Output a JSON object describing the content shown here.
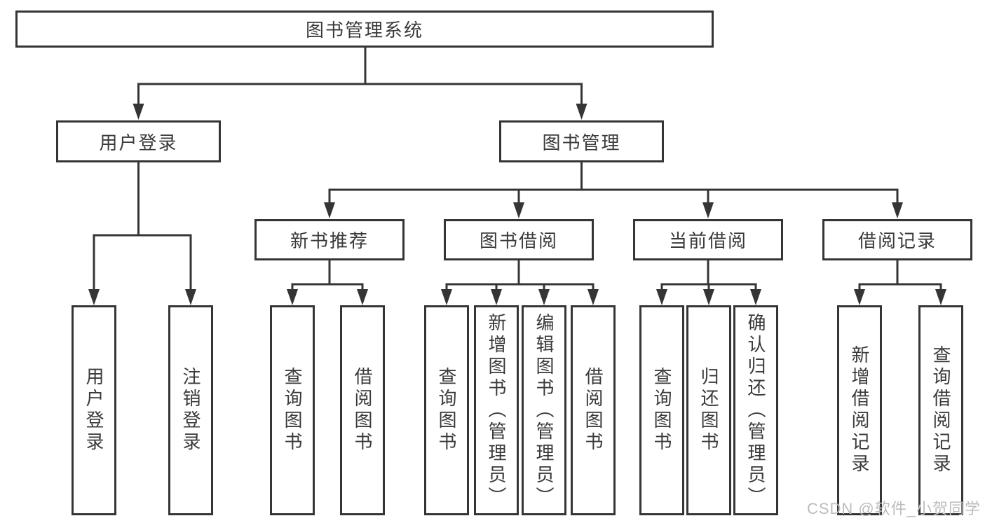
{
  "diagram": {
    "root": {
      "label": "图书管理系统"
    },
    "branches": [
      {
        "label": "用户登录",
        "children": [
          {
            "label": "用户登录"
          },
          {
            "label": "注销登录"
          }
        ]
      },
      {
        "label": "图书管理",
        "children": [
          {
            "label": "新书推荐",
            "children": [
              {
                "label": "查询图书"
              },
              {
                "label": "借阅图书"
              }
            ]
          },
          {
            "label": "图书借阅",
            "children": [
              {
                "label": "查询图书"
              },
              {
                "label": "新增图书（管理员）"
              },
              {
                "label": "编辑图书（管理员）"
              },
              {
                "label": "借阅图书"
              }
            ]
          },
          {
            "label": "当前借阅",
            "children": [
              {
                "label": "查询图书"
              },
              {
                "label": "归还图书"
              },
              {
                "label": "确认归还（管理员）"
              }
            ]
          },
          {
            "label": "借阅记录",
            "children": [
              {
                "label": "新增借阅记录"
              },
              {
                "label": "查询借阅记录"
              }
            ]
          }
        ]
      }
    ],
    "watermark": {
      "text": "CSDN @软件_小贺同学"
    },
    "colors": {
      "line": "#353535",
      "text": "#3a3a3a",
      "watermark": "#bcbcbc",
      "background": "#ffffff"
    }
  }
}
